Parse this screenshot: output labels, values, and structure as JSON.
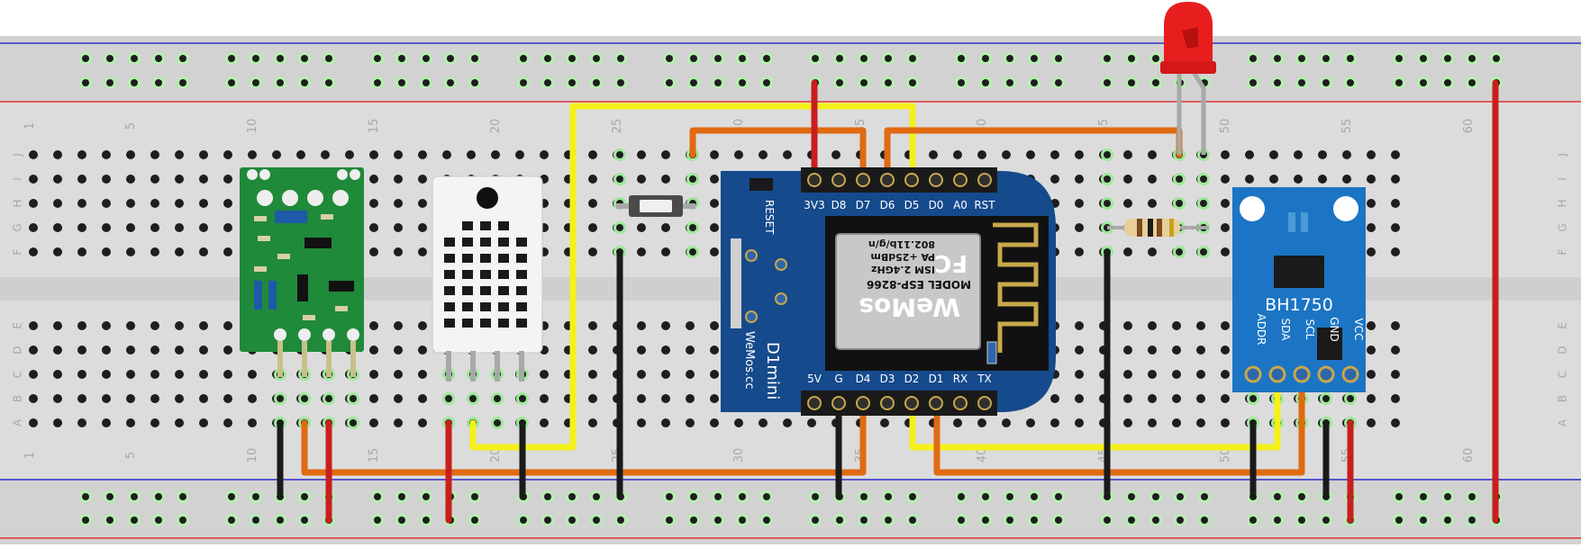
{
  "breadboard": {
    "row_letters_top": [
      "J",
      "I",
      "H",
      "G",
      "F"
    ],
    "row_letters_bottom": [
      "E",
      "D",
      "C",
      "B",
      "A"
    ],
    "column_numbers": [
      "1",
      "5",
      "10",
      "15",
      "20",
      "25",
      "30",
      "35",
      "40",
      "45",
      "50",
      "55",
      "60"
    ]
  },
  "wemos": {
    "top_pins": [
      "3V3",
      "D8",
      "D7",
      "D6",
      "D5",
      "D0",
      "A0",
      "RST"
    ],
    "bottom_pins": [
      "5V",
      "G",
      "D4",
      "D3",
      "D2",
      "D1",
      "RX",
      "TX"
    ],
    "reset_label": "RESET",
    "board_name": "D1mini",
    "board_url": "WeMos.cc",
    "chip_brand": "WeMos",
    "chip_model": "MODEL ESP-8266",
    "chip_ism": "ISM 2.4GHz",
    "chip_pa": "PA +25dBm",
    "chip_wifi": "802.11b/g/n",
    "chip_fc": "FC"
  },
  "bh1750": {
    "name": "BH1750",
    "pins": [
      "ADDR",
      "SDA",
      "SCL",
      "GND",
      "VCC"
    ]
  },
  "colors": {
    "board": "#dcdcdc",
    "rail_red": "#e03030",
    "rail_blue": "#3030d0",
    "wire_red": "#c81e1e",
    "wire_black": "#1a1a1a",
    "wire_orange": "#e06a10",
    "wire_yellow": "#f5f01a",
    "hole_active": "#7be07b",
    "wemos_blue": "#154a8c",
    "bh_blue": "#1c75c4",
    "relay_green": "#1f8a3a",
    "led_red": "#e81e1e"
  }
}
